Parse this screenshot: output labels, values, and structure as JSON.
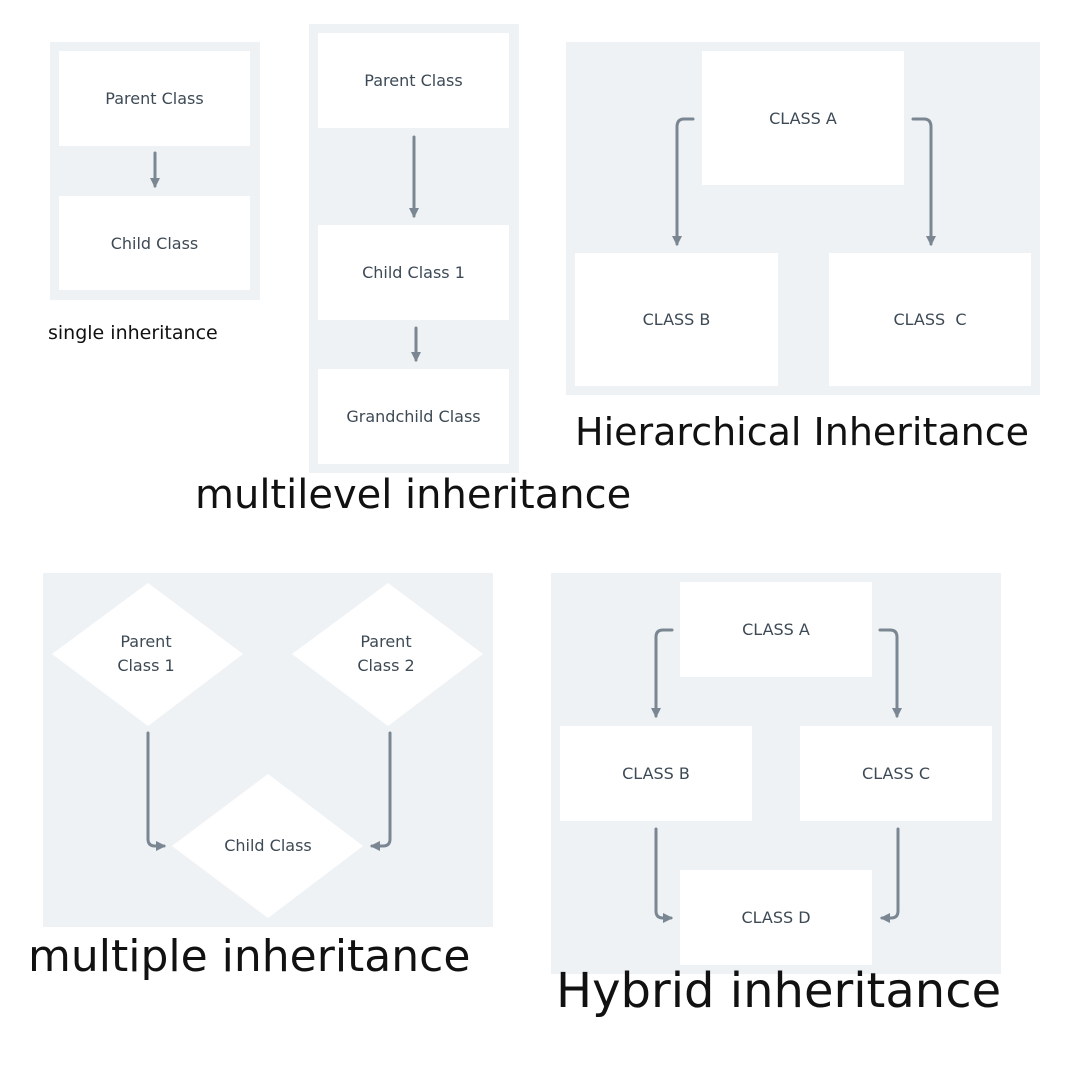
{
  "single": {
    "parent_label": "Parent Class",
    "child_label": "Child Class",
    "caption": "single inheritance"
  },
  "multilevel": {
    "parent_label": "Parent Class",
    "child_label": "Child Class 1",
    "grandchild_label": "Grandchild Class",
    "caption": "multilevel inheritance"
  },
  "hierarchical": {
    "class_a_label": "CLASS A",
    "class_b_label": "CLASS B",
    "class_c_label": "CLASS  C",
    "caption": "Hierarchical Inheritance"
  },
  "multiple": {
    "parent1_label": "Parent\nClass 1",
    "parent2_label": "Parent\nClass 2",
    "child_label": "Child Class",
    "caption": "multiple inheritance"
  },
  "hybrid": {
    "class_a_label": "CLASS A",
    "class_b_label": "CLASS B",
    "class_c_label": "CLASS C",
    "class_d_label": "CLASS D",
    "caption": "Hybrid inheritance"
  },
  "colors": {
    "panel": "#eff2f5",
    "box": "#ffffff",
    "arrow": "#7a8793",
    "box_text": "#3d4a55",
    "caption_text": "#111111"
  }
}
